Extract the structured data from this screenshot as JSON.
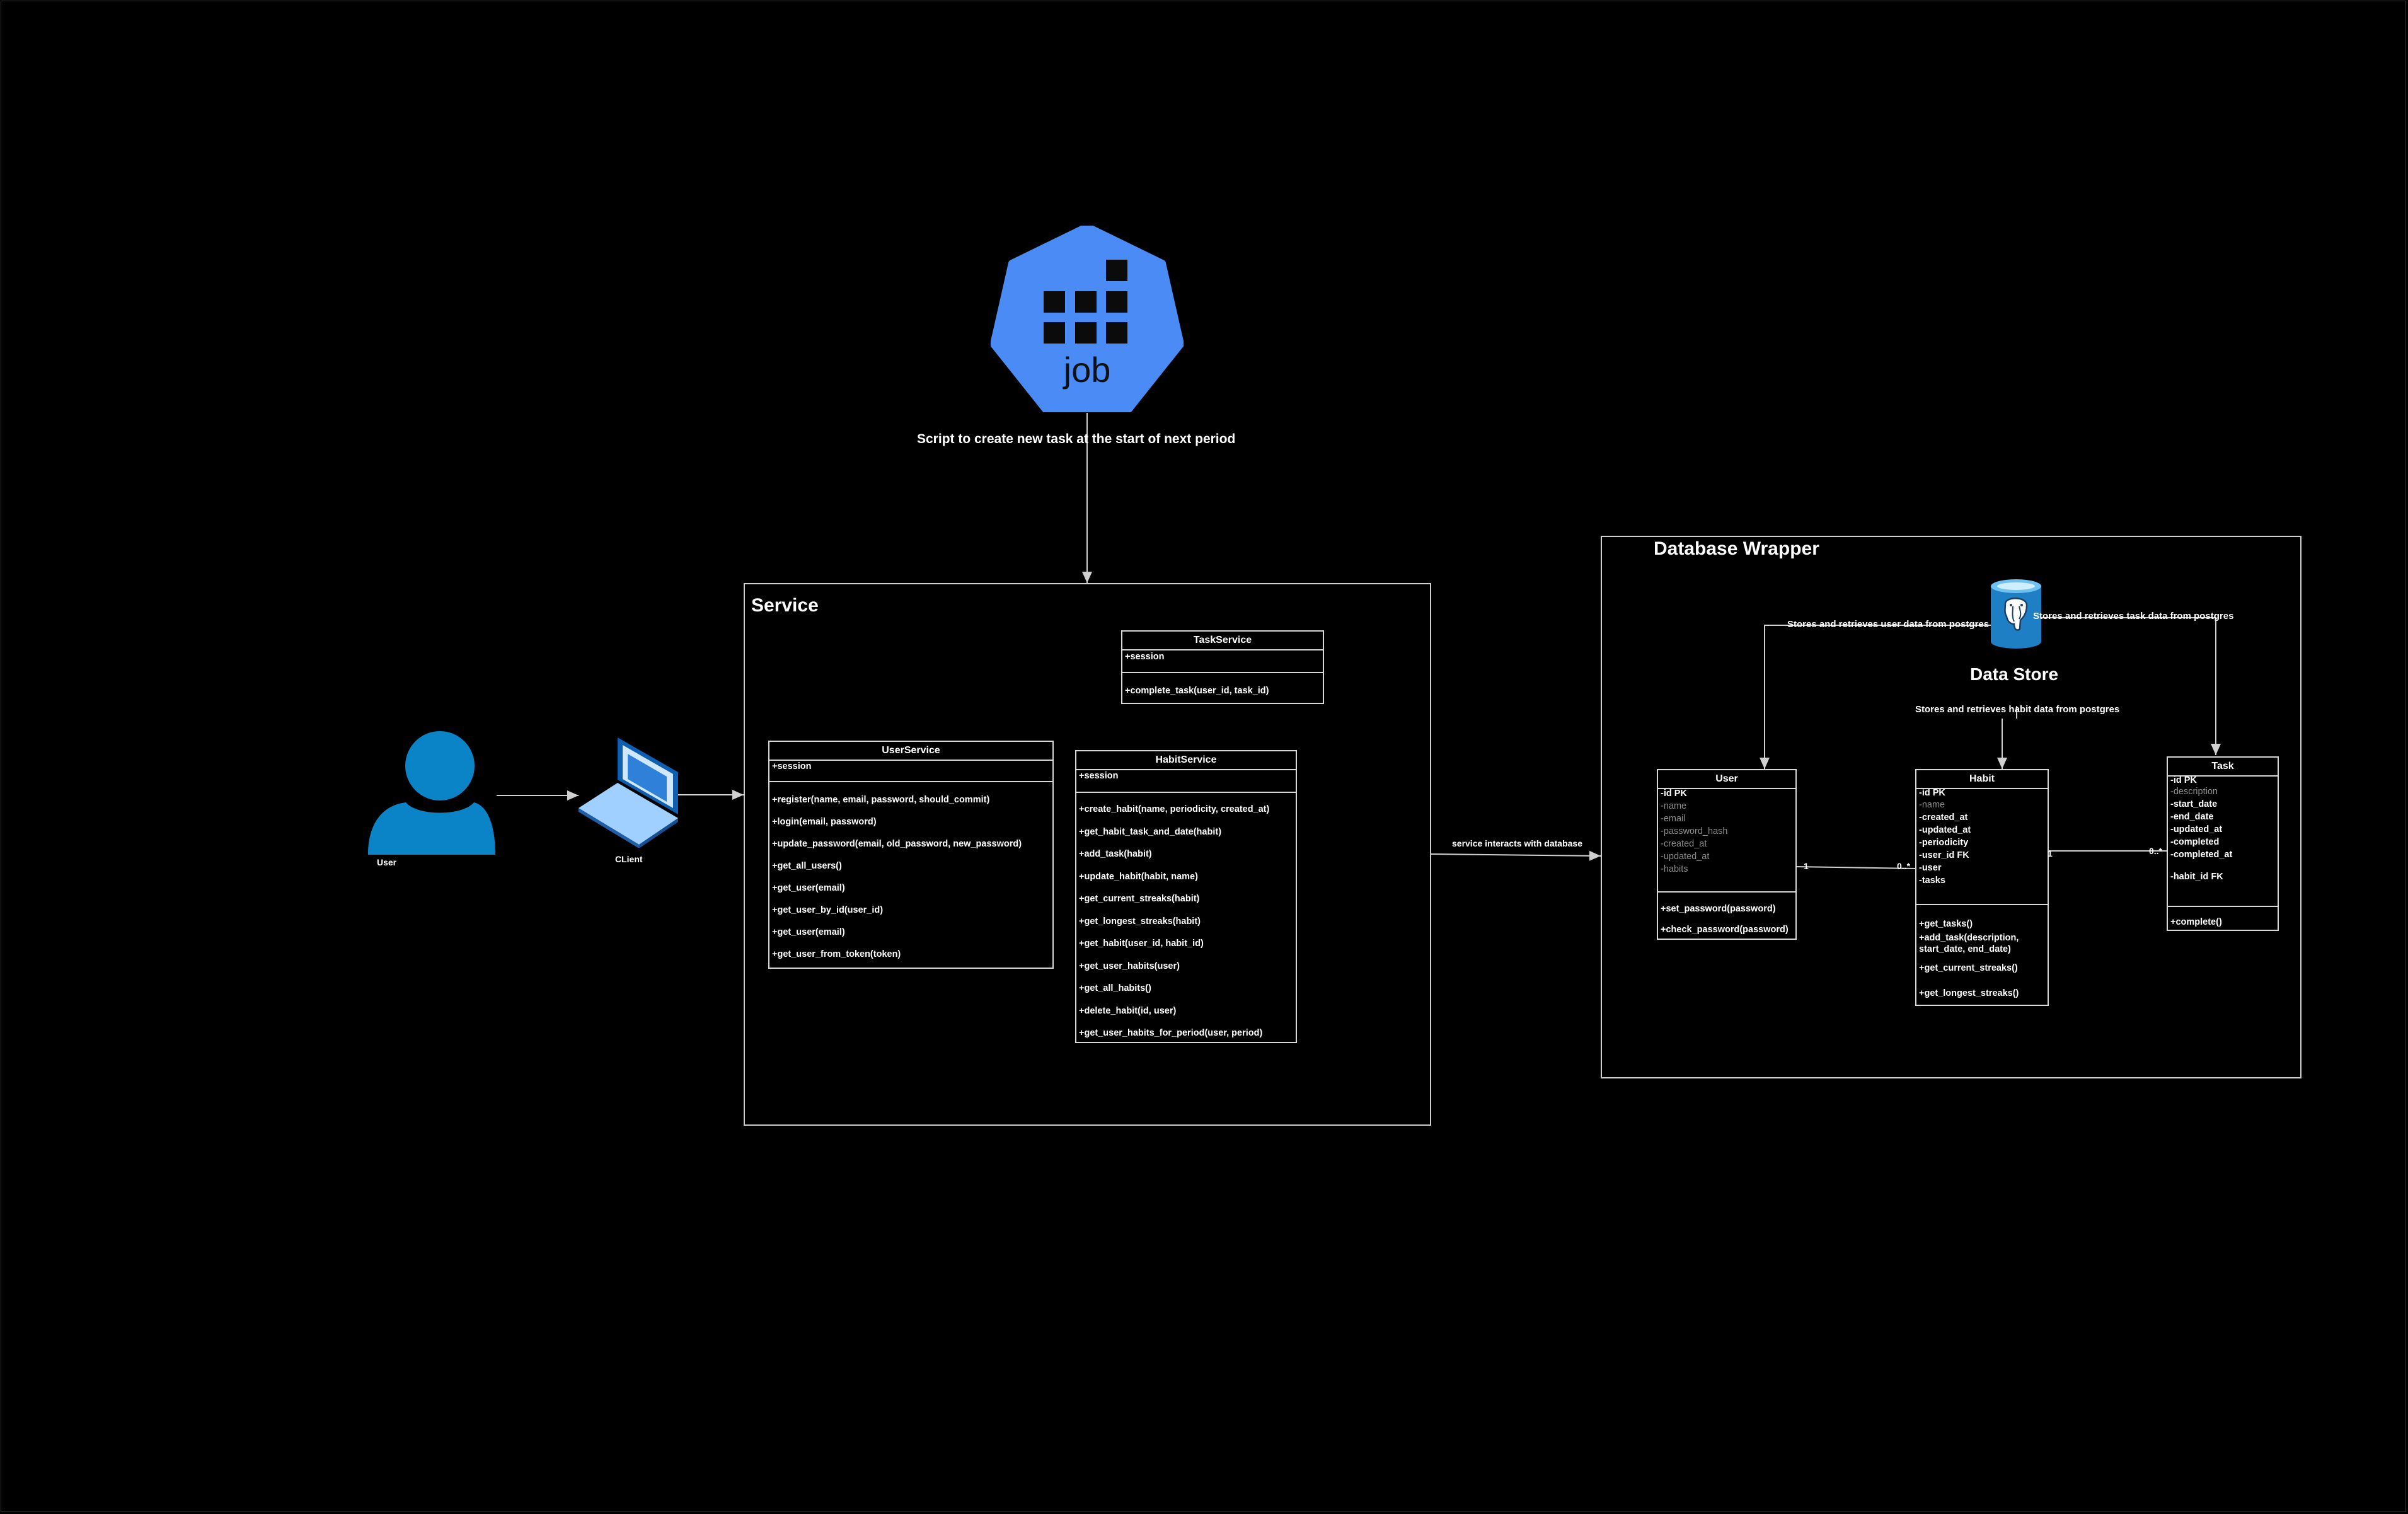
{
  "job": {
    "icon_text": "job",
    "caption": "Script to create new task at the start of next period",
    "color": "#4B8BF5"
  },
  "actors": {
    "user_label": "User",
    "client_label": "CLient",
    "user_color": "#0A84C6"
  },
  "service": {
    "title": "Service",
    "task_service": {
      "name": "TaskService",
      "attrs": [
        "+session"
      ],
      "methods": [
        "+complete_task(user_id, task_id)"
      ]
    },
    "user_service": {
      "name": "UserService",
      "attrs": [
        "+session"
      ],
      "methods": [
        "+register(name, email, password, should_commit)",
        "+login(email, password)",
        "+update_password(email, old_password, new_password)",
        "+get_all_users()",
        "+get_user(email)",
        "+get_user_by_id(user_id)",
        "+get_user(email)",
        "+get_user_from_token(token)"
      ]
    },
    "habit_service": {
      "name": "HabitService",
      "attrs": [
        "+session"
      ],
      "methods": [
        "+create_habit(name, periodicity, created_at)",
        "+get_habit_task_and_date(habit)",
        "+add_task(habit)",
        "+update_habit(habit, name)",
        "+get_current_streaks(habit)",
        "+get_longest_streaks(habit)",
        "+get_habit(user_id, habit_id)",
        "+get_user_habits(user)",
        "+get_all_habits()",
        "+delete_habit(id, user)",
        "+get_user_habits_for_period(user, period)"
      ]
    }
  },
  "edge_labels": {
    "service_to_db": "service interacts with database",
    "user_data": "Stores and retrieves user data from postgres",
    "task_data": "Stores and retrieves task data from postgres",
    "habit_data": "Stores and retrieves habit data from postgres"
  },
  "database": {
    "title": "Database Wrapper",
    "store_label": "Data Store",
    "store_color": "#1F7FC4",
    "user": {
      "name": "User",
      "attrs": [
        "-id PK",
        "-name",
        "-email",
        "-password_hash",
        "-created_at",
        "-updated_at",
        "-habits"
      ],
      "methods": [
        "+set_password(password)",
        "+check_password(password)"
      ]
    },
    "habit": {
      "name": "Habit",
      "attrs": [
        "-id PK",
        "-name",
        "-created_at",
        "-updated_at",
        "-periodicity",
        "-user_id FK",
        "-user",
        "-tasks"
      ],
      "methods": [
        "+get_tasks()",
        "+add_task(description,",
        "start_date, end_date)",
        "+get_current_streaks()",
        "+get_longest_streaks()"
      ]
    },
    "task": {
      "name": "Task",
      "attrs": [
        "-id PK",
        "-description",
        "-start_date",
        "-end_date",
        "-updated_at",
        "-completed",
        "-completed_at",
        "-habit_id FK"
      ],
      "methods": [
        "+complete()"
      ]
    },
    "multiplicity": {
      "user_habit_left": "1",
      "user_habit_right": "0..*",
      "habit_task_left": "1",
      "habit_task_right": "0..*"
    }
  }
}
